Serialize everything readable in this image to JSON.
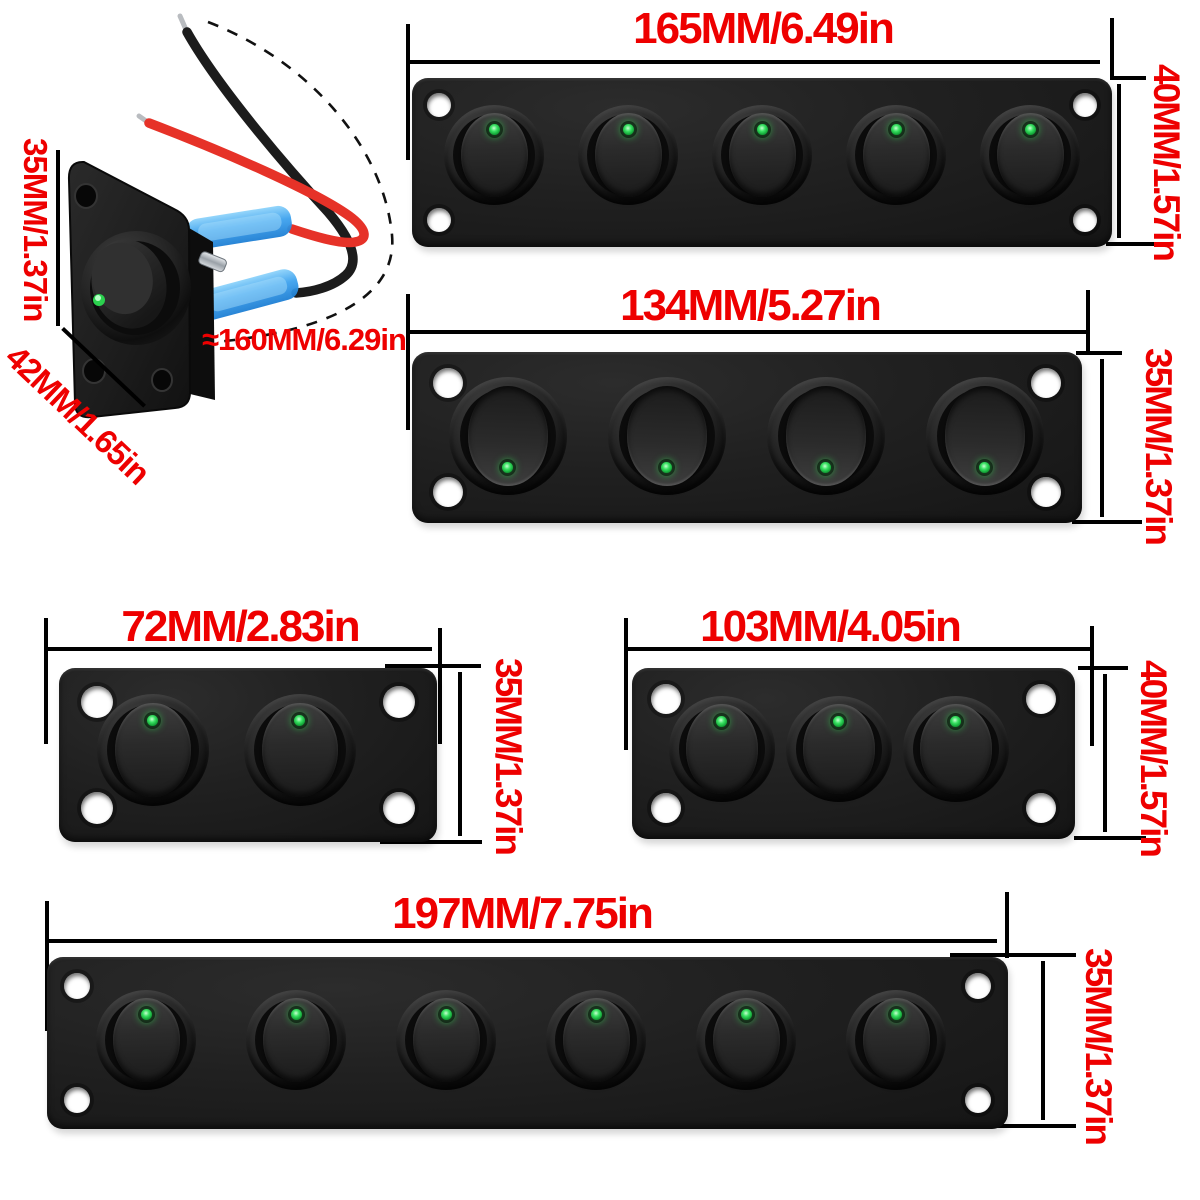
{
  "product": {
    "single_switch": {
      "height_label": "35MM/1.37in",
      "width_label": "42MM/1.65in",
      "wire_length_label": "≈160MM/6.29in",
      "wires": [
        "red",
        "black"
      ],
      "connector_color_name": "blue"
    },
    "panels": [
      {
        "name": "5-gang rocker panel",
        "switch_count": 5,
        "width_label": "165MM/6.49in",
        "height_label": "40MM/1.57in",
        "led_position": "top"
      },
      {
        "name": "4-gang rocker panel",
        "switch_count": 4,
        "width_label": "134MM/5.27in",
        "height_label": "35MM/1.37in",
        "led_position": "bottom"
      },
      {
        "name": "2-gang rocker panel",
        "switch_count": 2,
        "width_label": "72MM/2.83in",
        "height_label": "35MM/1.37in",
        "led_position": "top"
      },
      {
        "name": "3-gang rocker panel",
        "switch_count": 3,
        "width_label": "103MM/4.05in",
        "height_label": "40MM/1.57in",
        "led_position": "top"
      },
      {
        "name": "6-gang rocker panel",
        "switch_count": 6,
        "width_label": "197MM/7.75in",
        "height_label": "35MM/1.37in",
        "led_position": "top"
      }
    ],
    "colors": {
      "dimension_text": "#ee0000",
      "dimension_line": "#000000",
      "panel_black": "#1b1b1b",
      "led_green": "#2ed14e",
      "wire_red": "#e63228",
      "wire_black": "#1c1c1c",
      "connector_blue": "#3fa3ef"
    }
  }
}
